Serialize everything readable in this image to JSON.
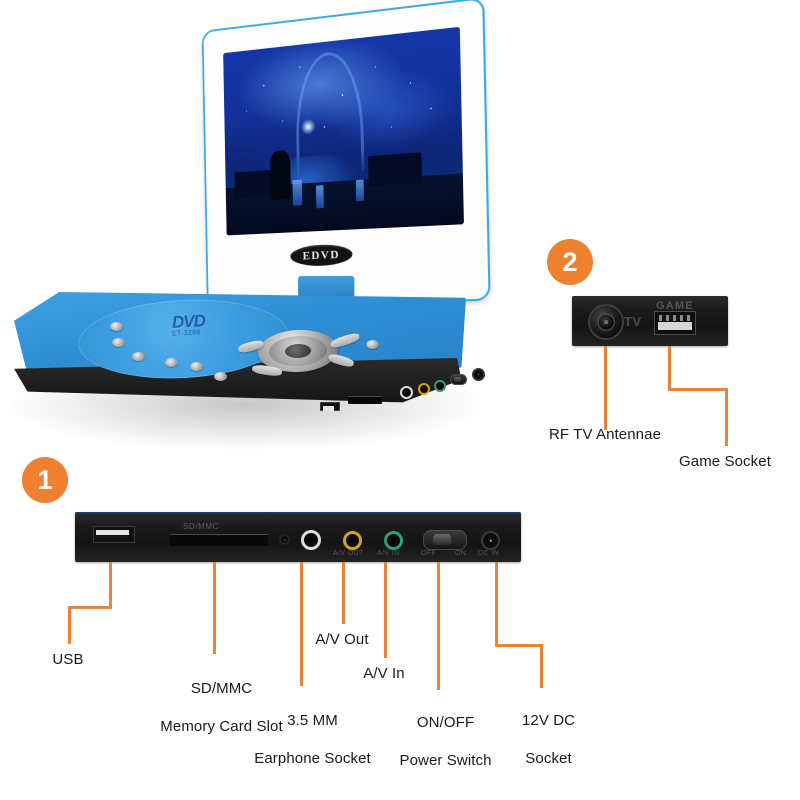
{
  "diagram": {
    "title": "Portable DVD Player Connection Ports Diagram",
    "accent_color": "#e8843a",
    "badge_color": "#ee8030",
    "label_color": "#1a1a1a",
    "background_color": "#ffffff"
  },
  "device": {
    "brand_badge": "EDVD",
    "lid_logo": "DVD",
    "lid_model": "ET-3288",
    "body_color": "#2f8ed0",
    "bezel_color": "#fdfdfd",
    "bezel_trim_color": "#3fa9e8"
  },
  "callouts": [
    {
      "number": "1",
      "panel_name": "side-port-panel",
      "ports": [
        {
          "id": "usb",
          "label": "USB",
          "label_line2": ""
        },
        {
          "id": "sd",
          "label": "SD/MMC",
          "label_line2": "Memory Card Slot"
        },
        {
          "id": "earphone",
          "label": "3.5 MM",
          "label_line2": "Earphone Socket"
        },
        {
          "id": "av-out",
          "label": "A/V Out",
          "label_line2": ""
        },
        {
          "id": "av-in",
          "label": "A/V In",
          "label_line2": ""
        },
        {
          "id": "power",
          "label": "ON/OFF",
          "label_line2": "Power Switch"
        },
        {
          "id": "dc",
          "label": "12V DC",
          "label_line2": "Socket"
        }
      ],
      "panel_markings": {
        "sd": "SD/MMC",
        "av_out": "A/V OUT",
        "av_in": "A/V IN",
        "power_off": "OFF",
        "power_on": "ON",
        "dc": "DC IN"
      }
    },
    {
      "number": "2",
      "panel_name": "rear-port-panel",
      "ports": [
        {
          "id": "rf-tv",
          "label": "RF TV Antennae",
          "label_line2": ""
        },
        {
          "id": "game",
          "label": "Game Socket",
          "label_line2": ""
        }
      ],
      "panel_markings": {
        "tv": "TV",
        "game": "GAME"
      }
    }
  ]
}
